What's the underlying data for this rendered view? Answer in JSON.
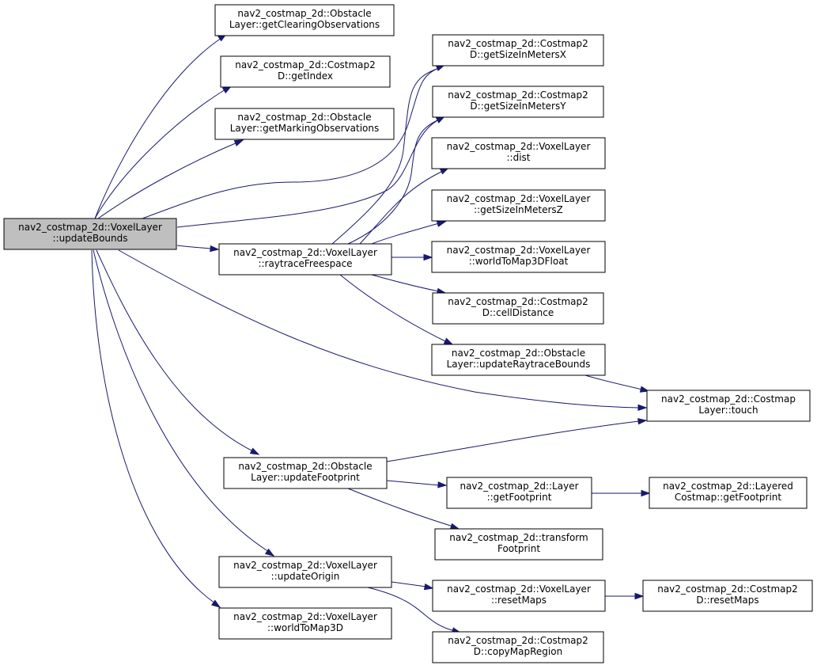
{
  "graph": {
    "nodes": [
      {
        "id": "updateBounds",
        "lines": [
          "nav2_costmap_2d::VoxelLayer",
          "::updateBounds"
        ],
        "root": true
      },
      {
        "id": "getClearingObservations",
        "lines": [
          "nav2_costmap_2d::Obstacle",
          "Layer::getClearingObservations"
        ]
      },
      {
        "id": "getIndex",
        "lines": [
          "nav2_costmap_2d::Costmap2",
          "D::getIndex"
        ]
      },
      {
        "id": "getMarkingObservations",
        "lines": [
          "nav2_costmap_2d::Obstacle",
          "Layer::getMarkingObservations"
        ]
      },
      {
        "id": "raytraceFreespace",
        "lines": [
          "nav2_costmap_2d::VoxelLayer",
          "::raytraceFreespace"
        ]
      },
      {
        "id": "getSizeInMetersX",
        "lines": [
          "nav2_costmap_2d::Costmap2",
          "D::getSizeInMetersX"
        ]
      },
      {
        "id": "getSizeInMetersY",
        "lines": [
          "nav2_costmap_2d::Costmap2",
          "D::getSizeInMetersY"
        ]
      },
      {
        "id": "dist",
        "lines": [
          "nav2_costmap_2d::VoxelLayer",
          "::dist"
        ]
      },
      {
        "id": "getSizeInMetersZ",
        "lines": [
          "nav2_costmap_2d::VoxelLayer",
          "::getSizeInMetersZ"
        ]
      },
      {
        "id": "worldToMap3DFloat",
        "lines": [
          "nav2_costmap_2d::VoxelLayer",
          "::worldToMap3DFloat"
        ]
      },
      {
        "id": "cellDistance",
        "lines": [
          "nav2_costmap_2d::Costmap2",
          "D::cellDistance"
        ]
      },
      {
        "id": "updateRaytraceBounds",
        "lines": [
          "nav2_costmap_2d::Obstacle",
          "Layer::updateRaytraceBounds"
        ]
      },
      {
        "id": "touch",
        "lines": [
          "nav2_costmap_2d::Costmap",
          "Layer::touch"
        ]
      },
      {
        "id": "updateFootprint",
        "lines": [
          "nav2_costmap_2d::Obstacle",
          "Layer::updateFootprint"
        ]
      },
      {
        "id": "layerGetFootprint",
        "lines": [
          "nav2_costmap_2d::Layer",
          "::getFootprint"
        ]
      },
      {
        "id": "layeredGetFootprint",
        "lines": [
          "nav2_costmap_2d::Layered",
          "Costmap::getFootprint"
        ]
      },
      {
        "id": "transformFootprint",
        "lines": [
          "nav2_costmap_2d::transform",
          "Footprint"
        ]
      },
      {
        "id": "updateOrigin",
        "lines": [
          "nav2_costmap_2d::VoxelLayer",
          "::updateOrigin"
        ]
      },
      {
        "id": "resetMapsVoxel",
        "lines": [
          "nav2_costmap_2d::VoxelLayer",
          "::resetMaps"
        ]
      },
      {
        "id": "resetMapsCostmap",
        "lines": [
          "nav2_costmap_2d::Costmap2",
          "D::resetMaps"
        ]
      },
      {
        "id": "worldToMap3D",
        "lines": [
          "nav2_costmap_2d::VoxelLayer",
          "::worldToMap3D"
        ]
      },
      {
        "id": "copyMapRegion",
        "lines": [
          "nav2_costmap_2d::Costmap2",
          "D::copyMapRegion"
        ]
      }
    ],
    "edges": [
      {
        "from": "updateBounds",
        "to": "getClearingObservations"
      },
      {
        "from": "updateBounds",
        "to": "getIndex"
      },
      {
        "from": "updateBounds",
        "to": "getMarkingObservations"
      },
      {
        "from": "updateBounds",
        "to": "getSizeInMetersX"
      },
      {
        "from": "updateBounds",
        "to": "getSizeInMetersY"
      },
      {
        "from": "updateBounds",
        "to": "raytraceFreespace"
      },
      {
        "from": "updateBounds",
        "to": "touch"
      },
      {
        "from": "updateBounds",
        "to": "updateFootprint"
      },
      {
        "from": "updateBounds",
        "to": "updateOrigin"
      },
      {
        "from": "updateBounds",
        "to": "worldToMap3D"
      },
      {
        "from": "raytraceFreespace",
        "to": "getSizeInMetersX"
      },
      {
        "from": "raytraceFreespace",
        "to": "getSizeInMetersY"
      },
      {
        "from": "raytraceFreespace",
        "to": "dist"
      },
      {
        "from": "raytraceFreespace",
        "to": "getSizeInMetersZ"
      },
      {
        "from": "raytraceFreespace",
        "to": "worldToMap3DFloat"
      },
      {
        "from": "raytraceFreespace",
        "to": "cellDistance"
      },
      {
        "from": "raytraceFreespace",
        "to": "updateRaytraceBounds"
      },
      {
        "from": "updateRaytraceBounds",
        "to": "touch"
      },
      {
        "from": "updateFootprint",
        "to": "touch"
      },
      {
        "from": "updateFootprint",
        "to": "layerGetFootprint"
      },
      {
        "from": "updateFootprint",
        "to": "transformFootprint"
      },
      {
        "from": "layerGetFootprint",
        "to": "layeredGetFootprint"
      },
      {
        "from": "updateOrigin",
        "to": "resetMapsVoxel"
      },
      {
        "from": "updateOrigin",
        "to": "copyMapRegion"
      },
      {
        "from": "resetMapsVoxel",
        "to": "resetMapsCostmap"
      }
    ]
  },
  "colors": {
    "edge": "#191970",
    "root_fill": "#bfbfbf",
    "node_fill": "#ffffff",
    "node_stroke": "#000000"
  }
}
